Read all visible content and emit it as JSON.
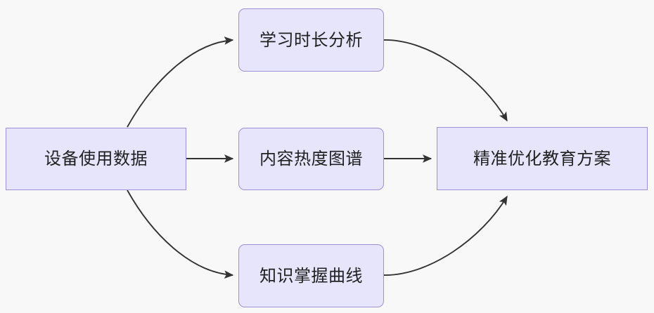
{
  "diagram": {
    "type": "flowchart",
    "direction": "left-to-right",
    "background_color": "#f8f8f8",
    "node_fill_color": "#e7e5fb",
    "node_border_color": "#9f8ed8",
    "node_text_color": "#1f2020",
    "edge_color": "#333333",
    "nodes": [
      {
        "id": "source",
        "label": "设备使用数据",
        "shape": "rectangle"
      },
      {
        "id": "duration",
        "label": "学习时长分析",
        "shape": "rounded-rectangle"
      },
      {
        "id": "heatmap",
        "label": "内容热度图谱",
        "shape": "rounded-rectangle"
      },
      {
        "id": "mastery",
        "label": "知识掌握曲线",
        "shape": "rounded-rectangle"
      },
      {
        "id": "optimize",
        "label": "精准优化教育方案",
        "shape": "rectangle"
      }
    ],
    "edges": [
      {
        "from": "source",
        "to": "duration",
        "style": "curved",
        "arrow": "end",
        "label": ""
      },
      {
        "from": "source",
        "to": "heatmap",
        "style": "straight",
        "arrow": "end",
        "label": ""
      },
      {
        "from": "source",
        "to": "mastery",
        "style": "curved",
        "arrow": "end",
        "label": ""
      },
      {
        "from": "duration",
        "to": "optimize",
        "style": "curved",
        "arrow": "end",
        "label": ""
      },
      {
        "from": "heatmap",
        "to": "optimize",
        "style": "straight",
        "arrow": "end",
        "label": ""
      },
      {
        "from": "mastery",
        "to": "optimize",
        "style": "curved",
        "arrow": "end",
        "label": ""
      }
    ]
  }
}
